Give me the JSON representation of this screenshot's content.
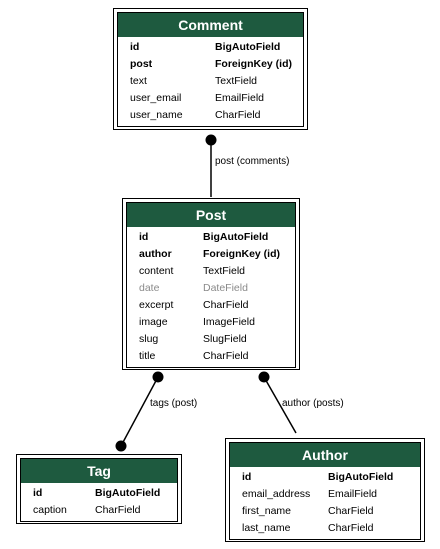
{
  "entities": {
    "comment": {
      "title": "Comment",
      "fields": [
        {
          "name": "id",
          "type": "BigAutoField",
          "style": "bold"
        },
        {
          "name": "post",
          "type": "ForeignKey (id)",
          "style": "bold"
        },
        {
          "name": "text",
          "type": "TextField",
          "style": "normal"
        },
        {
          "name": "user_email",
          "type": "EmailField",
          "style": "normal"
        },
        {
          "name": "user_name",
          "type": "CharField",
          "style": "normal"
        }
      ]
    },
    "post": {
      "title": "Post",
      "fields": [
        {
          "name": "id",
          "type": "BigAutoField",
          "style": "bold"
        },
        {
          "name": "author",
          "type": "ForeignKey (id)",
          "style": "bold"
        },
        {
          "name": "content",
          "type": "TextField",
          "style": "normal"
        },
        {
          "name": "date",
          "type": "DateField",
          "style": "muted"
        },
        {
          "name": "excerpt",
          "type": "CharField",
          "style": "normal"
        },
        {
          "name": "image",
          "type": "ImageField",
          "style": "normal"
        },
        {
          "name": "slug",
          "type": "SlugField",
          "style": "normal"
        },
        {
          "name": "title",
          "type": "CharField",
          "style": "normal"
        }
      ]
    },
    "tag": {
      "title": "Tag",
      "fields": [
        {
          "name": "id",
          "type": "BigAutoField",
          "style": "bold"
        },
        {
          "name": "caption",
          "type": "CharField",
          "style": "normal"
        }
      ]
    },
    "author": {
      "title": "Author",
      "fields": [
        {
          "name": "id",
          "type": "BigAutoField",
          "style": "bold"
        },
        {
          "name": "email_address",
          "type": "EmailField",
          "style": "normal"
        },
        {
          "name": "first_name",
          "type": "CharField",
          "style": "normal"
        },
        {
          "name": "last_name",
          "type": "CharField",
          "style": "normal"
        }
      ]
    }
  },
  "relations": {
    "comment_post": "post (comments)",
    "post_tag": "tags (post)",
    "post_author": "author (posts)"
  },
  "colors": {
    "header_bg": "#1e5a3f",
    "header_text": "#ffffff",
    "muted_text": "#8a8a8a"
  }
}
